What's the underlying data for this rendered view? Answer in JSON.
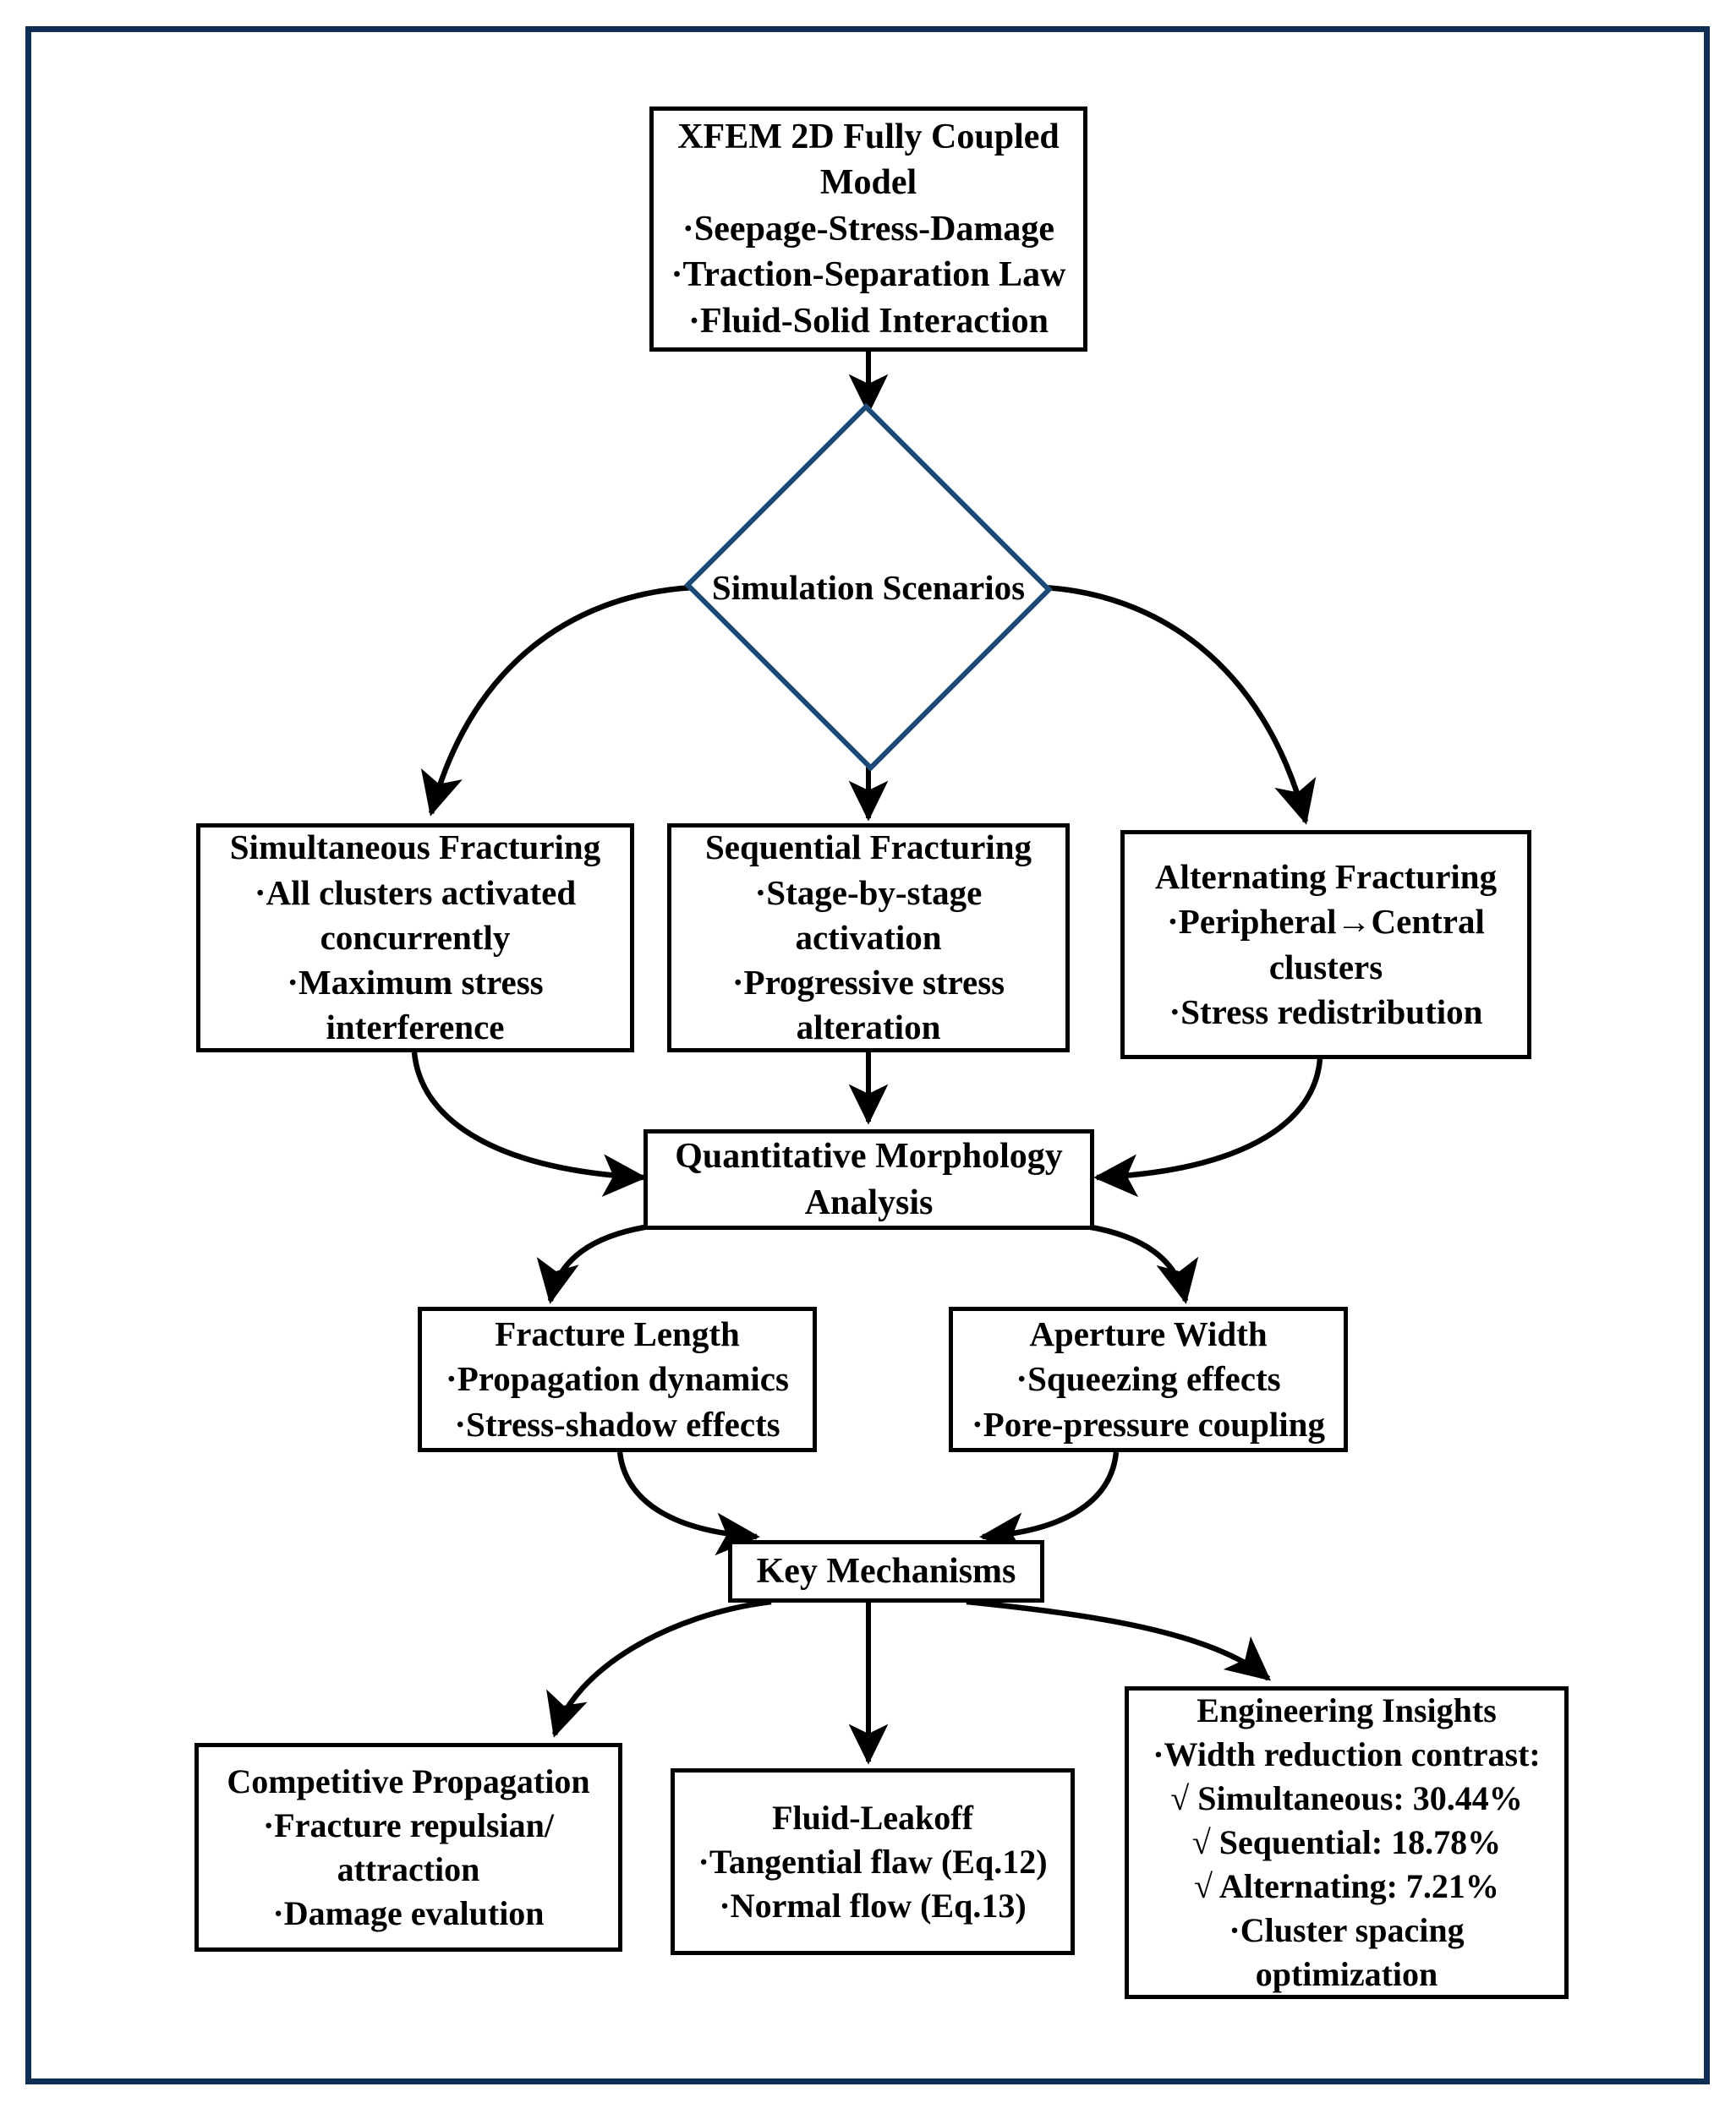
{
  "diagram": {
    "title": "XFEM hydraulic fracturing simulation workflow",
    "frame_color": "#0d2d52",
    "decision_color": "#1b4a77",
    "node_color": "#000000"
  },
  "nodes": {
    "model": {
      "lines": [
        "XFEM 2D Fully Coupled",
        "Model",
        "·Seepage-Stress-Damage",
        "·Traction-Separation Law",
        "·Fluid-Solid Interaction"
      ]
    },
    "decision": {
      "label": "Simulation Scenarios"
    },
    "simultaneous": {
      "lines": [
        "Simultaneous Fracturing",
        "·All clusters activated",
        "concurrently",
        "·Maximum stress",
        "interference"
      ]
    },
    "sequential": {
      "lines": [
        "Sequential Fracturing",
        "·Stage-by-stage",
        "activation",
        "·Progressive stress",
        "alteration"
      ]
    },
    "alternating": {
      "lines": [
        "Alternating Fracturing",
        "·Peripheral→Central",
        "clusters",
        "·Stress redistribution"
      ]
    },
    "morphology": {
      "lines": [
        "Quantitative Morphology",
        "Analysis"
      ]
    },
    "fracture_length": {
      "lines": [
        "Fracture Length",
        "·Propagation dynamics",
        "·Stress-shadow effects"
      ]
    },
    "aperture_width": {
      "lines": [
        "Aperture Width",
        "·Squeezing effects",
        "·Pore-pressure coupling"
      ]
    },
    "key_mechanisms": {
      "lines": [
        "Key Mechanisms"
      ]
    },
    "competitive": {
      "lines": [
        "Competitive Propagation",
        "·Fracture repulsian/",
        "attraction",
        "·Damage evalution"
      ]
    },
    "leakoff": {
      "lines": [
        "Fluid-Leakoff",
        "·Tangential flaw (Eq.12)",
        "·Normal flow (Eq.13)"
      ]
    },
    "insights": {
      "lines": [
        "Engineering Insights",
        "·Width reduction contrast:",
        "√ Simultaneous: 30.44%",
        "√ Sequential: 18.78%",
        "√ Alternating: 7.21%",
        "·Cluster spacing",
        "optimization"
      ],
      "metrics": [
        {
          "scenario": "Simultaneous",
          "width_reduction_percent": 30.44
        },
        {
          "scenario": "Sequential",
          "width_reduction_percent": 18.78
        },
        {
          "scenario": "Alternating",
          "width_reduction_percent": 7.21
        }
      ]
    }
  },
  "edges": [
    {
      "from": "model",
      "to": "decision",
      "style": "straight"
    },
    {
      "from": "decision",
      "to": "simultaneous",
      "style": "curved"
    },
    {
      "from": "decision",
      "to": "sequential",
      "style": "straight"
    },
    {
      "from": "decision",
      "to": "alternating",
      "style": "curved"
    },
    {
      "from": "simultaneous",
      "to": "morphology",
      "style": "curved"
    },
    {
      "from": "sequential",
      "to": "morphology",
      "style": "straight"
    },
    {
      "from": "alternating",
      "to": "morphology",
      "style": "curved"
    },
    {
      "from": "morphology",
      "to": "fracture_length",
      "style": "curved"
    },
    {
      "from": "morphology",
      "to": "aperture_width",
      "style": "curved"
    },
    {
      "from": "fracture_length",
      "to": "key_mechanisms",
      "style": "curved"
    },
    {
      "from": "aperture_width",
      "to": "key_mechanisms",
      "style": "curved"
    },
    {
      "from": "key_mechanisms",
      "to": "competitive",
      "style": "curved"
    },
    {
      "from": "key_mechanisms",
      "to": "leakoff",
      "style": "straight"
    },
    {
      "from": "key_mechanisms",
      "to": "insights",
      "style": "curved"
    }
  ]
}
